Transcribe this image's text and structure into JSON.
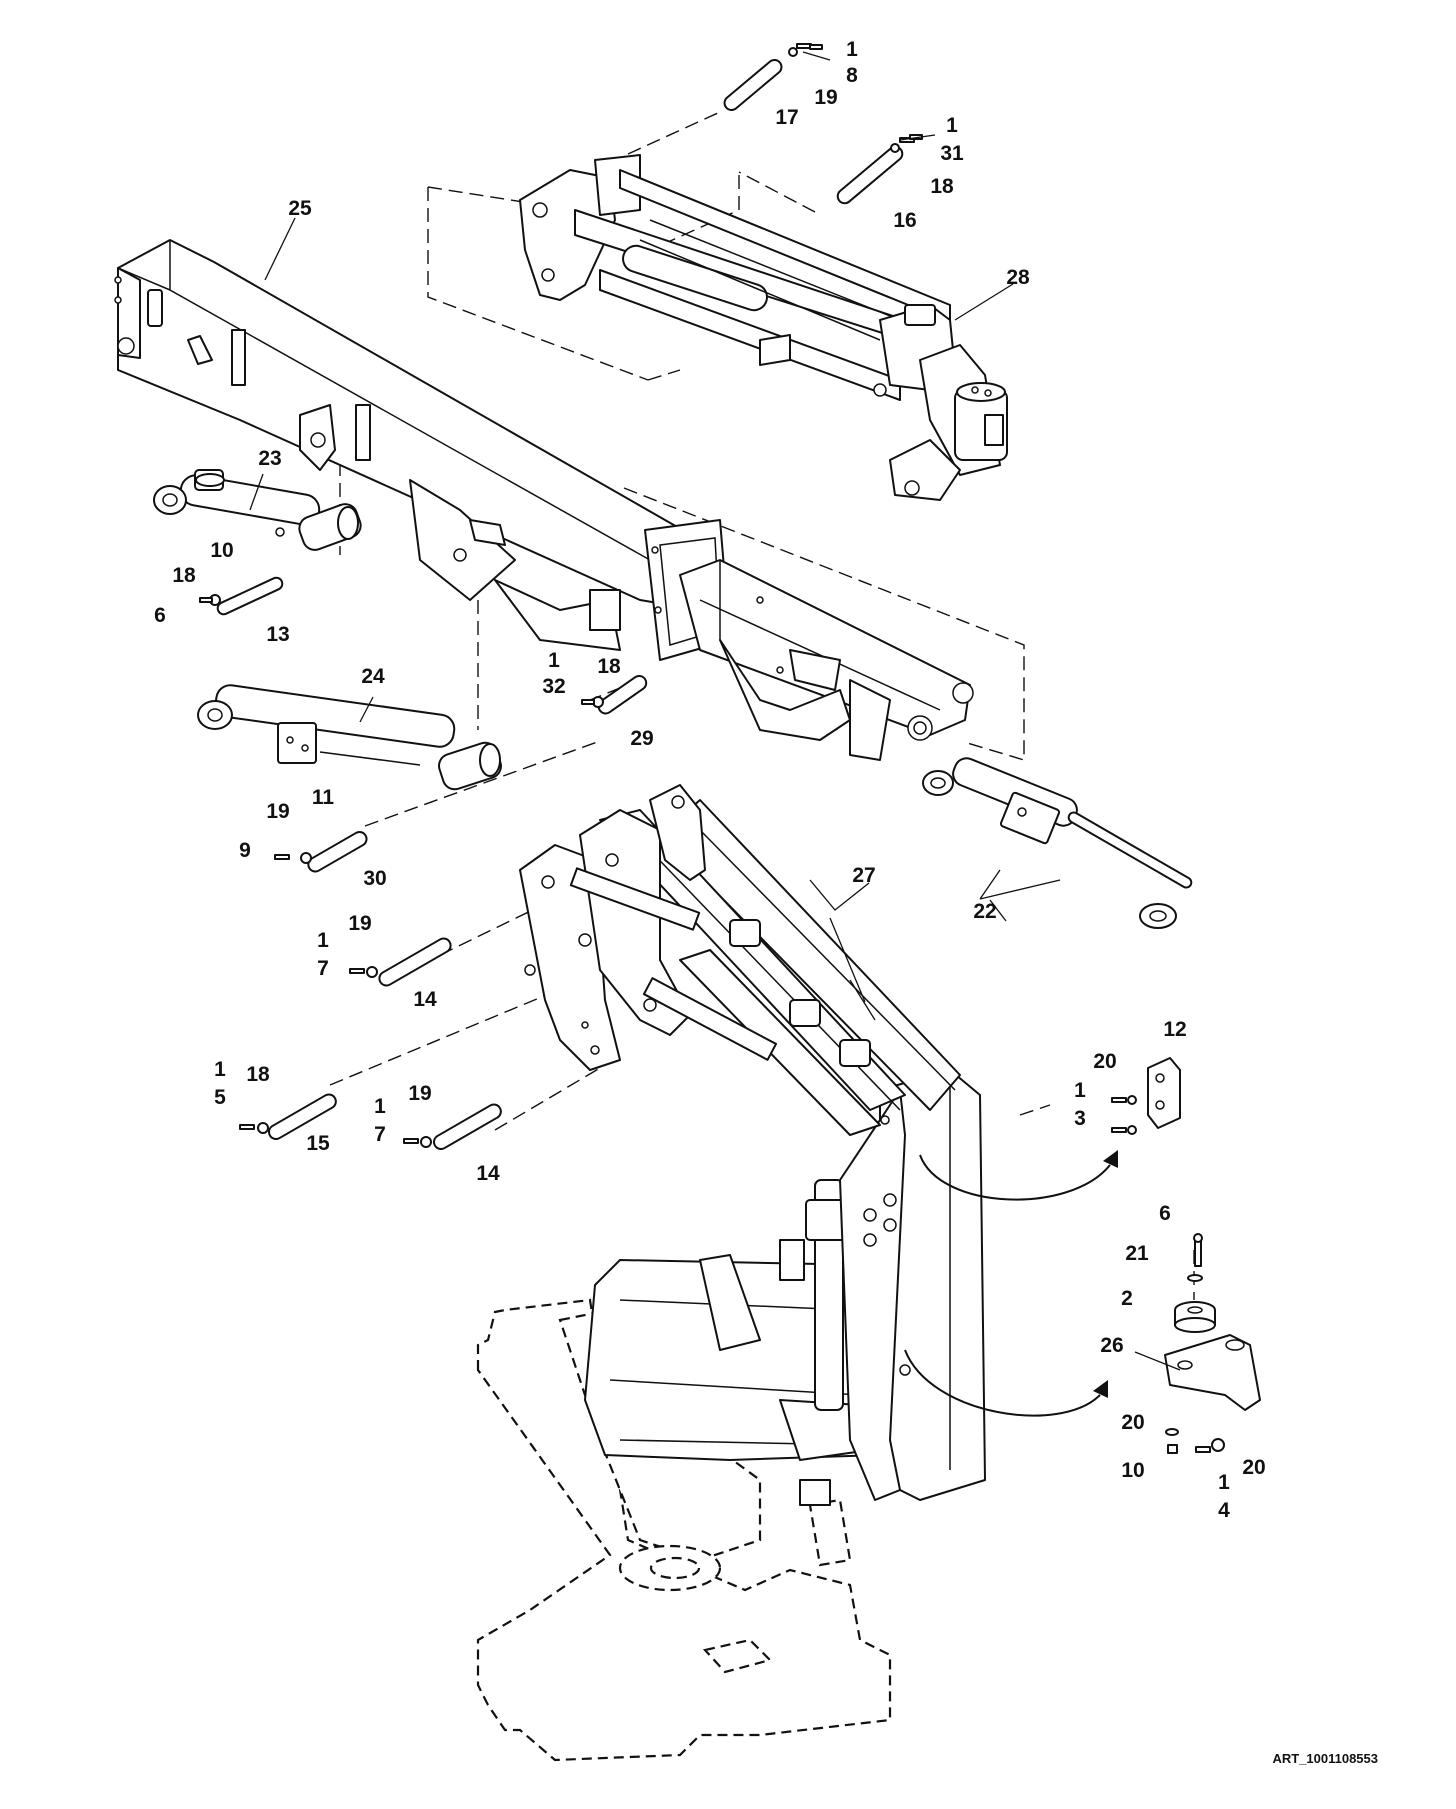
{
  "art_id": "ART_1001108553",
  "callouts": [
    "1",
    "8",
    "19",
    "17",
    "1",
    "31",
    "18",
    "16",
    "25",
    "28",
    "23",
    "10",
    "18",
    "6",
    "13",
    "1",
    "18",
    "32",
    "29",
    "24",
    "11",
    "19",
    "9",
    "30",
    "27",
    "22",
    "19",
    "1",
    "7",
    "14",
    "12",
    "20",
    "1",
    "3",
    "1",
    "18",
    "5",
    "15",
    "1",
    "19",
    "7",
    "14",
    "6",
    "21",
    "2",
    "26",
    "20",
    "10",
    "1",
    "4",
    "20"
  ]
}
